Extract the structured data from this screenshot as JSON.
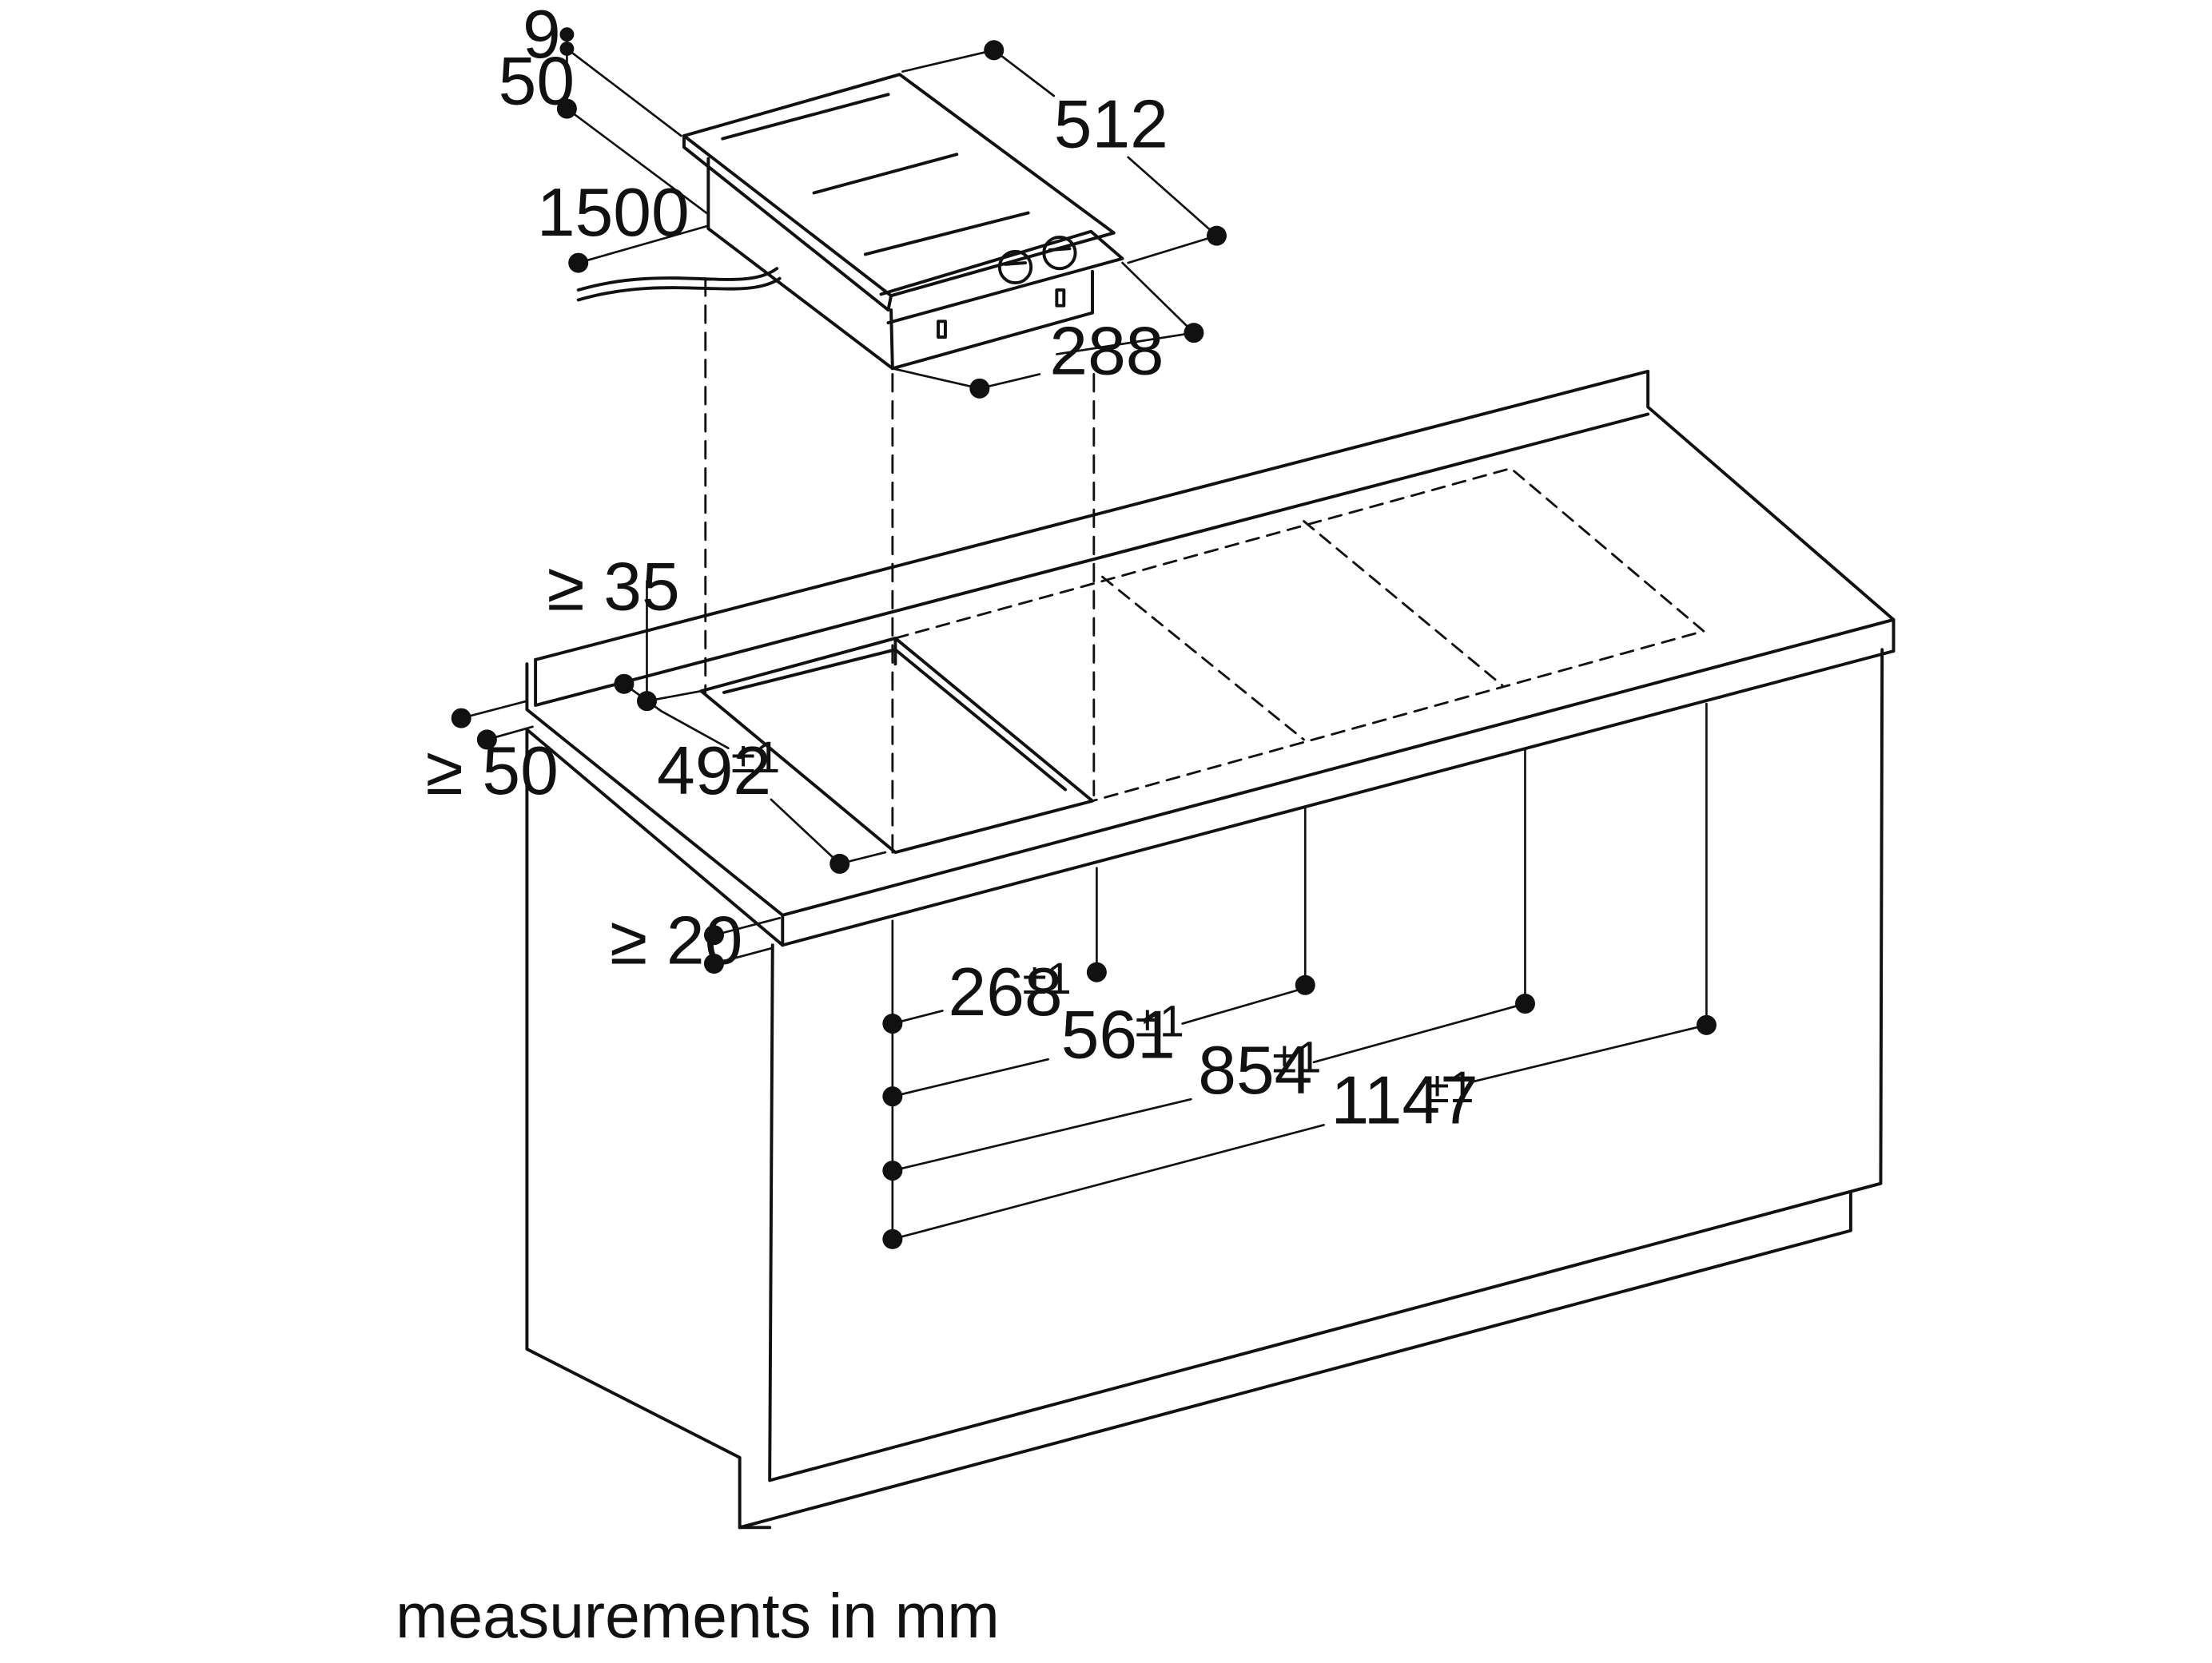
{
  "colors": {
    "line": "#111111",
    "background": "#ffffff"
  },
  "appliance": {
    "dims": {
      "d9": "9",
      "d50": "50",
      "cable": "1500",
      "depth": "512",
      "width": "288"
    }
  },
  "counter": {
    "dims": {
      "ge35": "≥ 35",
      "ge50": "≥ 50",
      "ge20": "≥ 20",
      "cutout_depth": "492",
      "off268": "268",
      "off561": "561",
      "off854": "854",
      "off1147": "1147",
      "tol": "±1"
    }
  },
  "caption": "measurements in mm"
}
